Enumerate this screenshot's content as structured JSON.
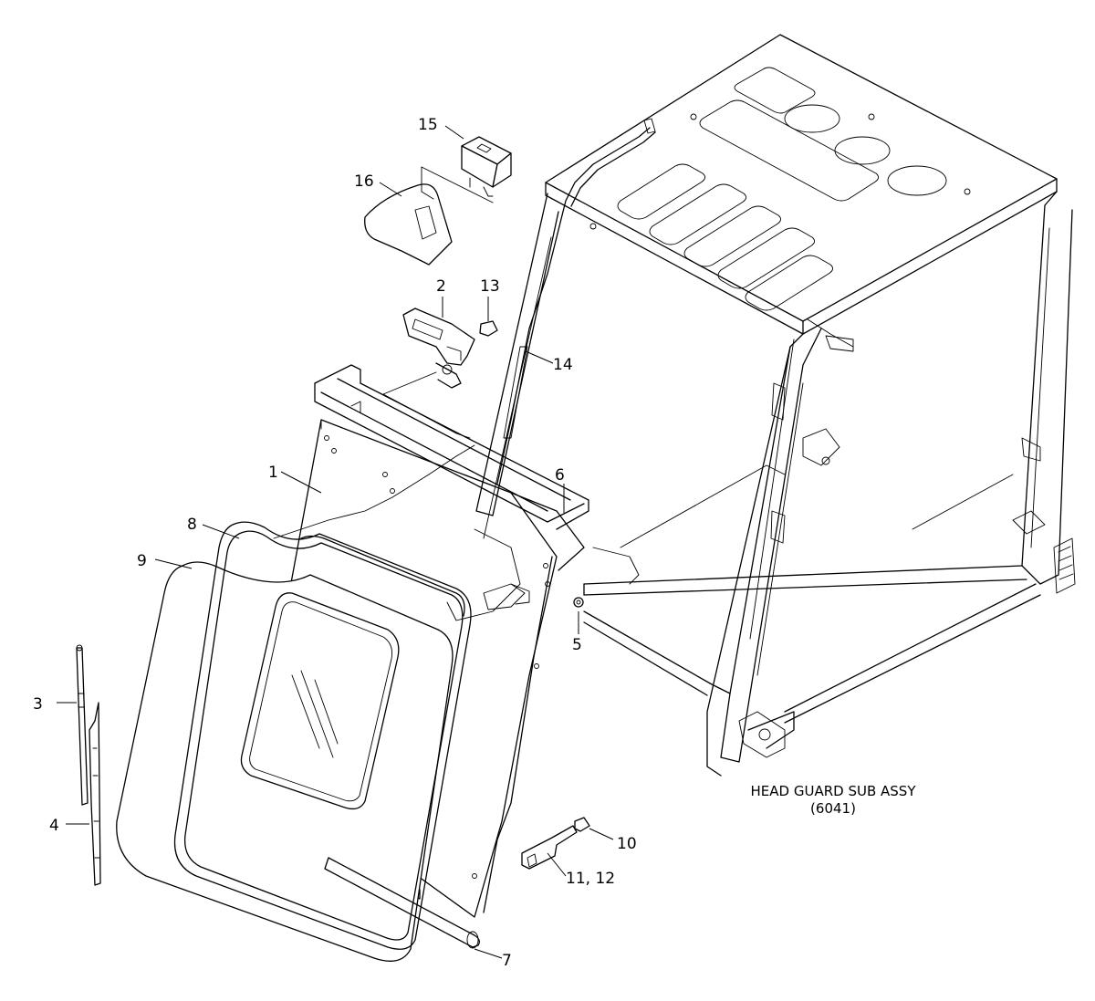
{
  "callouts": {
    "c1": "1",
    "c2": "2",
    "c3": "3",
    "c4": "4",
    "c5": "5",
    "c6": "6",
    "c7": "7",
    "c8": "8",
    "c9": "9",
    "c10": "10",
    "c11": "11, 12",
    "c13": "13",
    "c14": "14",
    "c15": "15",
    "c16": "16"
  },
  "caption": {
    "line1": "HEAD GUARD SUB ASSY",
    "line2": "(6041)"
  }
}
